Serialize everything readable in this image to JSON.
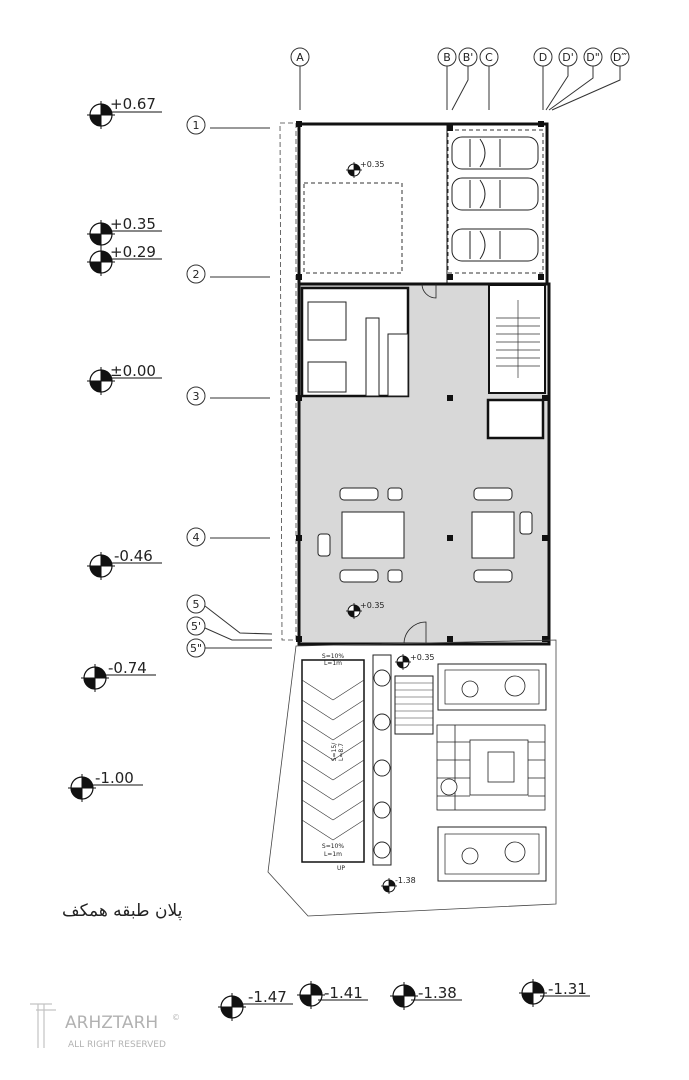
{
  "drawing": {
    "title": "پلان طبقه همکف",
    "watermark": {
      "brand": "ARHZTARH",
      "tagline": "ALL RIGHT RESERVED",
      "mark": "©"
    },
    "grid_columns": [
      "A",
      "B",
      "B'",
      "C",
      "D",
      "D'",
      "D\"",
      "D‴"
    ],
    "grid_rows": [
      "1",
      "2",
      "3",
      "4",
      "5",
      "5'",
      "5\""
    ],
    "side_levels": [
      "+0.67",
      "+0.35",
      "+0.29",
      "±0.00",
      "-0.46",
      "-0.74",
      "-1.00"
    ],
    "bottom_levels": [
      "-1.47",
      "-1.41",
      "-1.38",
      "-1.31"
    ],
    "inner_levels": {
      "parking": "+0.35",
      "lobby": "+0.35",
      "entrance": "+0.35",
      "yard": "-1.38"
    },
    "ramp": {
      "top_note_slope": "S=10%",
      "top_note_length": "L=1m",
      "mid_slope": "S=15/",
      "mid_length": "L=8.7",
      "bottom_note_slope": "S=10%",
      "bottom_note_length": "L=1m",
      "up_label": "UP"
    },
    "colors": {
      "floor_fill": "#d8d8d8",
      "wall": "#1a1a1a",
      "line": "#333333"
    }
  }
}
